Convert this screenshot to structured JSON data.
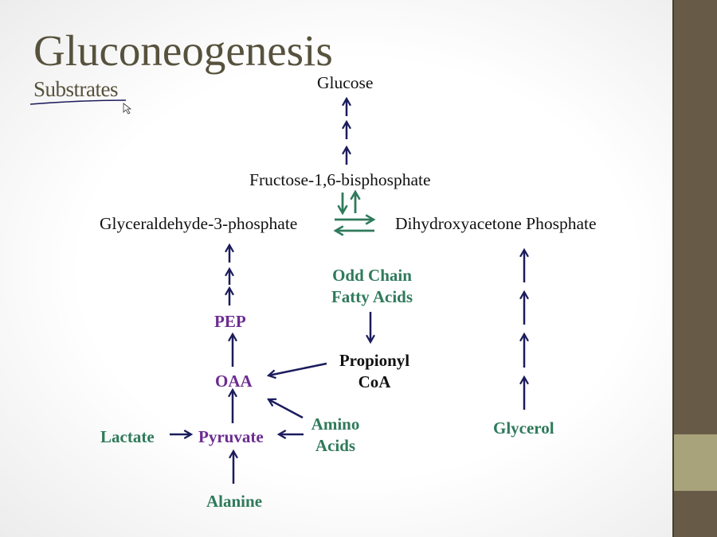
{
  "slide": {
    "title": "Gluconeogenesis",
    "subtitle": "Substrates"
  },
  "nodes": {
    "glucose": "Glucose",
    "f16bp": "Fructose-1,6-bisphosphate",
    "g3p": "Glyceraldehyde-3-phosphate",
    "dhap": "Dihydroxyacetone Phosphate",
    "pep": "PEP",
    "oaa": "OAA",
    "pyruvate": "Pyruvate",
    "lactate": "Lactate",
    "alanine": "Alanine",
    "amino_acids": [
      "Amino",
      "Acids"
    ],
    "odd_chain": [
      "Odd Chain",
      "Fatty Acids"
    ],
    "propionyl": [
      "Propionyl",
      "CoA"
    ],
    "glycerol": "Glycerol"
  },
  "colors": {
    "arrow": "#1b1b5c",
    "reversible_arrow": "#2f7a5b",
    "substrate": "#2f7a5b",
    "intermediate": "#6b2c91",
    "sidebar": "#675b48",
    "sidebar_accent": "#a8a37a"
  }
}
